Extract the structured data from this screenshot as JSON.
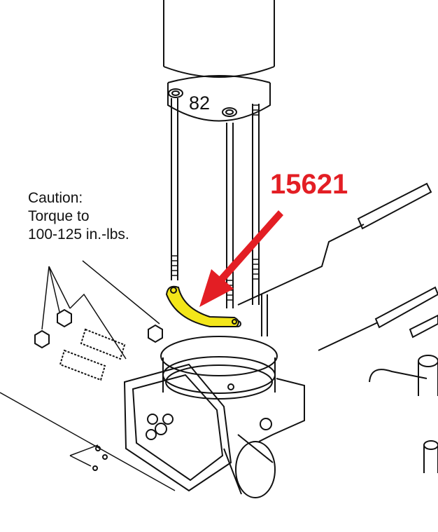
{
  "labels": {
    "part_82": "82",
    "highlight_part_number": "15621",
    "caution_line1": "Caution:",
    "caution_line2": "Torque to",
    "caution_line3": "100-125 in.-lbs."
  },
  "colors": {
    "highlight_fill": "#f3e61a",
    "arrow": "#e31e24",
    "line": "#111111"
  }
}
